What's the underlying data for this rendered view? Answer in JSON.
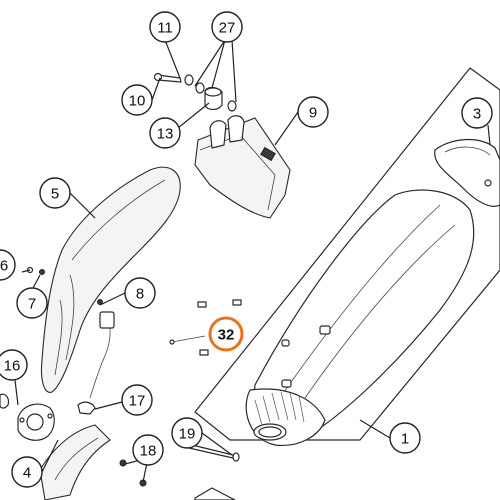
{
  "diagram": {
    "callouts": {
      "c1": "1",
      "c3": "3",
      "c4": "4",
      "c5": "5",
      "c6": "6",
      "c7": "7",
      "c8": "8",
      "c9": "9",
      "c10": "10",
      "c11": "11",
      "c13": "13",
      "c16": "16",
      "c17": "17",
      "c18": "18",
      "c19": "19",
      "c27": "27",
      "c32": "32"
    },
    "highlight_color": "#e8731c",
    "line_color": "#222222"
  }
}
